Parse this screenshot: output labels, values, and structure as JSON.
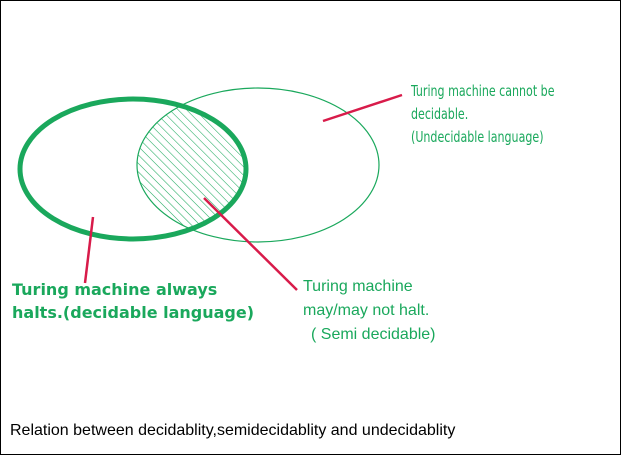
{
  "colors": {
    "green": "#1aa85c",
    "red": "#d81b4a",
    "text_dark": "#000000"
  },
  "labels": {
    "undecidable": {
      "line1": "Turing machine cannot be",
      "line2": "decidable.",
      "line3": "(Undecidable language)"
    },
    "decidable": {
      "line1": "Turing machine always",
      "line2": "halts.(decidable language)"
    },
    "semi_decidable": {
      "line1": "Turing machine",
      "line2": "may/may not halt.",
      "line3": "( Semi decidable)"
    }
  },
  "caption": "Relation between decidablity,semidecidablity and undecidablity"
}
